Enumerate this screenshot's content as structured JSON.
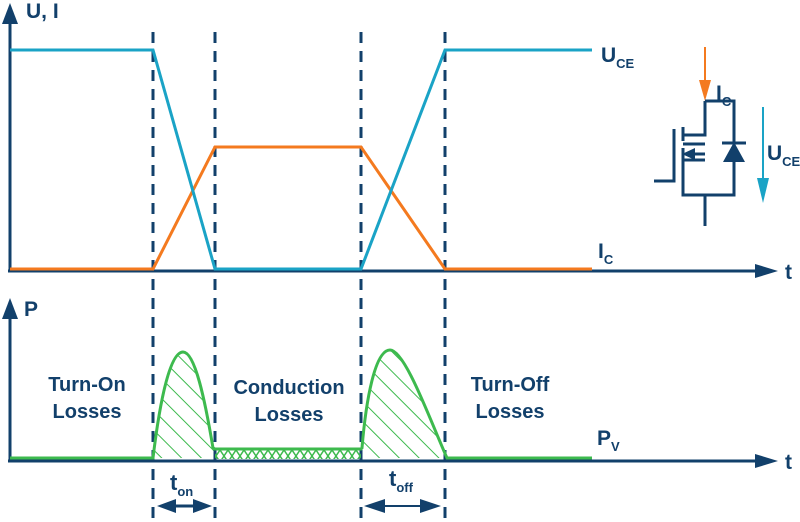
{
  "colors": {
    "axis": "#12406b",
    "uce": "#1aa3c6",
    "ic": "#f47a1f",
    "power": "#3dba4e",
    "dash": "#12406b"
  },
  "top_plot": {
    "y_axis_label": "U, I",
    "x_axis_label": "t",
    "uce_label": "U",
    "uce_sub": "CE",
    "ic_label": "I",
    "ic_sub": "C"
  },
  "bottom_plot": {
    "y_axis_label": "P",
    "x_axis_label": "t",
    "pv_label": "P",
    "pv_sub": "V",
    "regions": [
      {
        "line1": "Turn-On",
        "line2": "Losses"
      },
      {
        "line1": "Conduction",
        "line2": "Losses"
      },
      {
        "line1": "Turn-Off",
        "line2": "Losses"
      }
    ]
  },
  "intervals": {
    "ton_label": "t",
    "ton_sub": "on",
    "toff_label": "t",
    "toff_sub": "off"
  },
  "circuit": {
    "ic_label": "I",
    "ic_sub": "C",
    "uce_label": "U",
    "uce_sub": "CE",
    "device": "MOSFET with body diode"
  },
  "chart_data": {
    "type": "line",
    "title": "",
    "phases": [
      "off",
      "turn-on",
      "conduction",
      "turn-off",
      "off"
    ],
    "time_markers": [
      1,
      2,
      3,
      4
    ],
    "series": [
      {
        "name": "U_CE",
        "t": [
          0,
          1,
          2,
          3,
          4,
          5.4
        ],
        "values": [
          1,
          1,
          0,
          0,
          1,
          1
        ]
      },
      {
        "name": "I_C",
        "t": [
          0,
          1,
          2,
          3,
          4,
          5.4
        ],
        "values": [
          0,
          0,
          0.55,
          0.55,
          0,
          0
        ]
      },
      {
        "name": "P_V",
        "shape": "pulses at turn-on and turn-off, small constant during conduction"
      }
    ],
    "xlabel": "t",
    "ylabel_top": "U, I",
    "ylabel_bottom": "P"
  }
}
